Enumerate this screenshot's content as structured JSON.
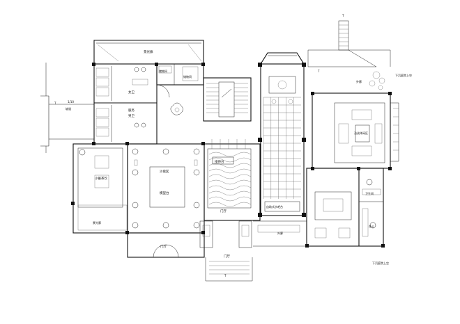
{
  "labels": {
    "balcony_top": "景光廊",
    "storage": "储物间",
    "storage2": "储物间",
    "female_wc": "女卫",
    "male_wc": "男卫",
    "staff": "服务",
    "level": "1/10",
    "ramp": "坡道",
    "left_room": "小餐茶饮",
    "sofa_zone": "沙盘区",
    "model_table": "模型台",
    "reception": "接待台",
    "hall": "门厅",
    "lobby": "门厅",
    "lobby2": "门厅",
    "outdoor": "外廊",
    "outdoor2": "外廊",
    "self_service_bar": "自助式水吧台",
    "reading": "洽谈休闲区",
    "wash": "卫生间",
    "office": "办公",
    "balcony_left": "景光廊",
    "corner_top": "下沉庭院上空",
    "corner_bottom": "下沉庭院上空"
  },
  "colors": {
    "line": "#111111",
    "background": "#ffffff"
  },
  "icons": [
    "stair-icon",
    "column-icon",
    "plant-icon",
    "sofa-icon",
    "door-swing-icon"
  ]
}
